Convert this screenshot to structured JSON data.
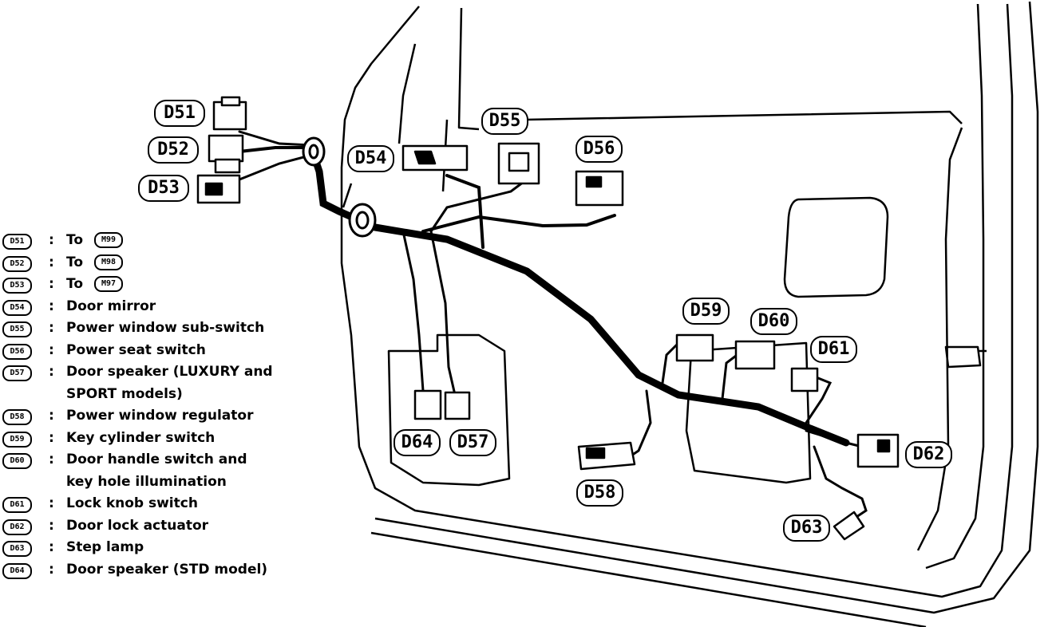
{
  "connectors": {
    "d51": "D51",
    "d52": "D52",
    "d53": "D53",
    "d54": "D54",
    "d55": "D55",
    "d56": "D56",
    "d57": "D57",
    "d58": "D58",
    "d59": "D59",
    "d60": "D60",
    "d61": "D61",
    "d62": "D62",
    "d63": "D63",
    "d64": "D64"
  },
  "legend": {
    "colon": ":",
    "items": [
      {
        "code": "D51",
        "text": "To",
        "target": "M99"
      },
      {
        "code": "D52",
        "text": "To",
        "target": "M98"
      },
      {
        "code": "D53",
        "text": "To",
        "target": "M97"
      },
      {
        "code": "D54",
        "text": "Door mirror"
      },
      {
        "code": "D55",
        "text": "Power window sub-switch"
      },
      {
        "code": "D56",
        "text": "Power seat switch"
      },
      {
        "code": "D57",
        "text": "Door speaker (LUXURY and",
        "continuation": "SPORT models)"
      },
      {
        "code": "D58",
        "text": "Power window regulator"
      },
      {
        "code": "D59",
        "text": "Key cylinder switch"
      },
      {
        "code": "D60",
        "text": "Door handle switch and",
        "continuation": "key hole illumination"
      },
      {
        "code": "D61",
        "text": "Lock knob switch"
      },
      {
        "code": "D62",
        "text": "Door lock actuator"
      },
      {
        "code": "D63",
        "text": "Step lamp"
      },
      {
        "code": "D64",
        "text": "Door speaker (STD model)"
      }
    ]
  }
}
